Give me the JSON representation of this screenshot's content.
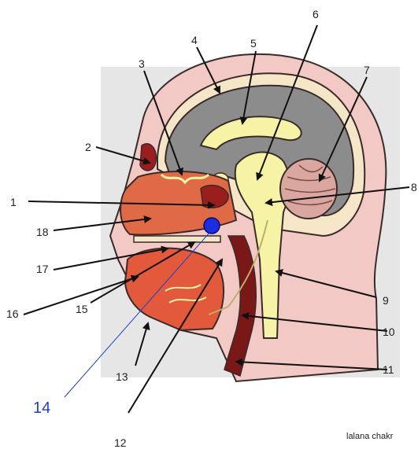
{
  "labels": {
    "l1": "1",
    "l2": "2",
    "l3": "3",
    "l4": "4",
    "l5": "5",
    "l6": "6",
    "l7": "7",
    "l8": "8",
    "l9": "9",
    "l10": "10",
    "l11": "11",
    "l12": "12",
    "l13": "13",
    "l14": "14",
    "l15": "15",
    "l16": "16",
    "l17": "17",
    "l18": "18"
  },
  "credit": "lalana chakr",
  "colors": {
    "background_panel": "#e6e6e6",
    "skin": "#f2c9c4",
    "brain": "#8c8c8c",
    "brain_stem": "#f7f3a6",
    "cerebellum": "#d9a7a0",
    "nasal": "#e06a46",
    "tongue": "#e2593c",
    "throat_dark": "#7a1818",
    "marker": "#1a2de0",
    "label_blue": "#1d3fd0"
  }
}
